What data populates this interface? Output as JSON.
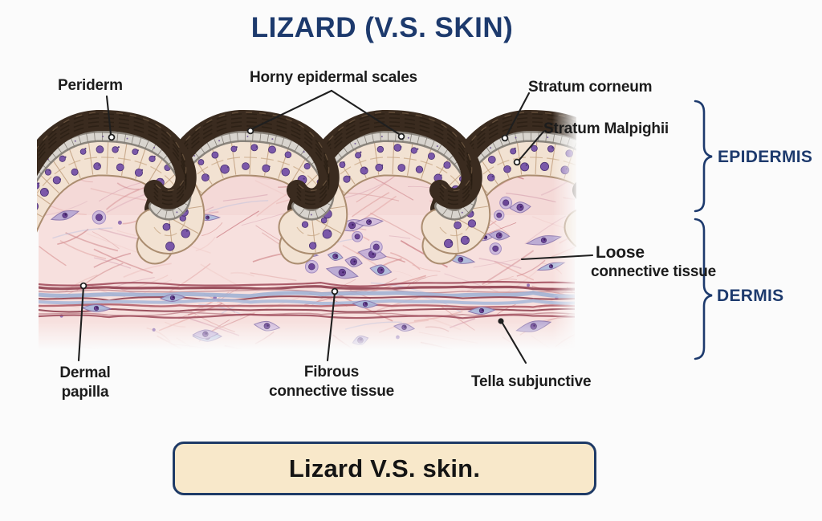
{
  "title": "LIZARD (V.S. SKIN)",
  "caption": "Lizard V.S. skin.",
  "labels": {
    "periderm": "Periderm",
    "horny_epidermal_scales": "Horny epidermal scales",
    "stratum_corneum": "Stratum corneum",
    "stratum_malpighii": "Stratum Malpighii",
    "epidermis": "EPIDERMIS",
    "dermis": "DERMIS",
    "loose_line1": "Loose",
    "loose_line2": "connective tissue",
    "dermal_papilla_line1": "Dermal",
    "dermal_papilla_line2": "papilla",
    "fibrous_line1": "Fibrous",
    "fibrous_line2": "connective tissue",
    "tella_subjunctive": "Tella subjunctive"
  },
  "colors": {
    "accent_navy": "#1d3a6d",
    "label_black": "#1c1c1c",
    "background": "#fbfbfb",
    "caption_bg": "#f8e8ca",
    "caption_border": "#1e3a66",
    "scale_horny_brown": "#3a2b1f",
    "stratum_corneum_gray": "#d8d4ce",
    "epidermal_cell_cream": "#f2e2d2",
    "cell_nucleus_purple": "#7b58a9",
    "dermis_pink": "#f7e0de",
    "fiber_red": "#8e3c4c",
    "fiber_blue": "#9fb0d4"
  }
}
